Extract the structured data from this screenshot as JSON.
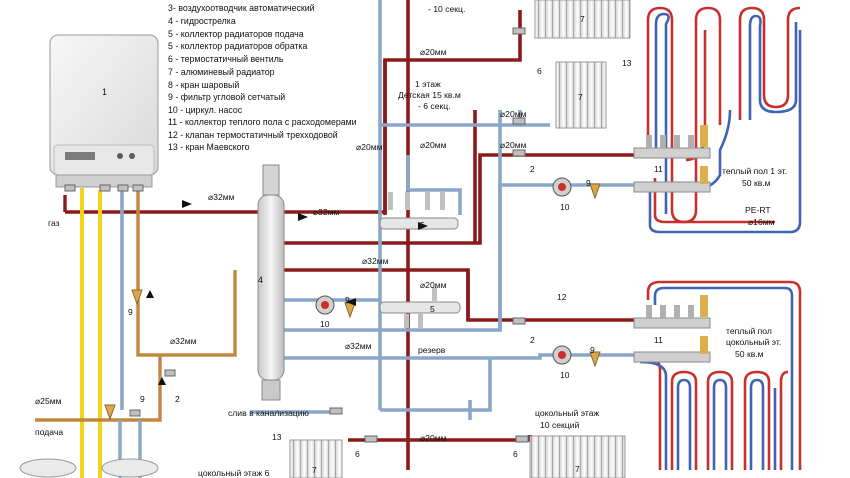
{
  "legend": {
    "items": [
      "3- воздухоотводчик автоматический",
      "4 - гидрострелка",
      "5 - коллектор радиаторов подача",
      "5 - коллектор радиаторов обратка",
      "6 - термостатичный вентиль",
      "7 - алюминевый радиатор",
      "8 - кран шаровый",
      "9 - фильтр угловой сетчатый",
      "10 - циркул. насос",
      "11 - коллектор теплого пола с расходомерами",
      "12 - клапан термостатичный трехходовой",
      "13 - кран Маевского"
    ]
  },
  "labels": {
    "top_secs": "- 10 секц.",
    "floor1_line1": "1 этаж",
    "floor1_line2": "Детская 15 кв.м",
    "floor1_line3": "- 6 секц.",
    "gas": "газ",
    "supply": "подача",
    "reserve": "резерв",
    "drain": "слив в канализацию",
    "basement_right_line1": "цокольный этаж",
    "basement_right_line2": "10 секций",
    "basement_left": "цокольный этаж 6",
    "ufh1_line1": "теплый пол 1 эт.",
    "ufh1_line2": "50 кв.м",
    "pe_rt": "PE-RT",
    "pipe16": "⌀16мм",
    "ufh0_line1": "теплый пол",
    "ufh0_line2": "цокольный эт.",
    "ufh0_line3": "50 кв.м"
  },
  "pipes": {
    "d32_a": "⌀32мм",
    "d32_b": "⌀32мм",
    "d32_c": "⌀32мм",
    "d32_d": "⌀32мм",
    "d32_e": "⌀32мм",
    "d20_a": "⌀20мм",
    "d20_b": "⌀20мм",
    "d20_c": "⌀20мм",
    "d20_d": "⌀20мм",
    "d20_e": "⌀20мм",
    "d20_f": "⌀20мм",
    "d20_g": "⌀20мм",
    "d25": "⌀25мм"
  },
  "numbers": {
    "boiler": "1",
    "hydro": "4",
    "coll_top": "5",
    "coll_mid": "5",
    "n6_a": "6",
    "n7_a": "7",
    "n13_a": "13",
    "n2_a": "2",
    "n9_a": "9",
    "n10_a": "10",
    "n11_a": "11",
    "n11_b": "11",
    "n12": "12",
    "n2_b": "2",
    "n10_b": "10",
    "n9_b": "9",
    "n10_c": "10",
    "n9_c": "9",
    "n9_d": "9",
    "n2_c": "2",
    "n9_e": "9",
    "n13_b": "13",
    "n6_b": "6",
    "n7_b": "7",
    "n6_c": "6",
    "n7_c": "7"
  },
  "colors": {
    "supply": "#8b1a1a",
    "return": "#8aa6c8",
    "gas": "#f2d21a",
    "hot_water": "#c0883e",
    "ufh_red": "#c9302c",
    "ufh_blue": "#3f63b5"
  }
}
